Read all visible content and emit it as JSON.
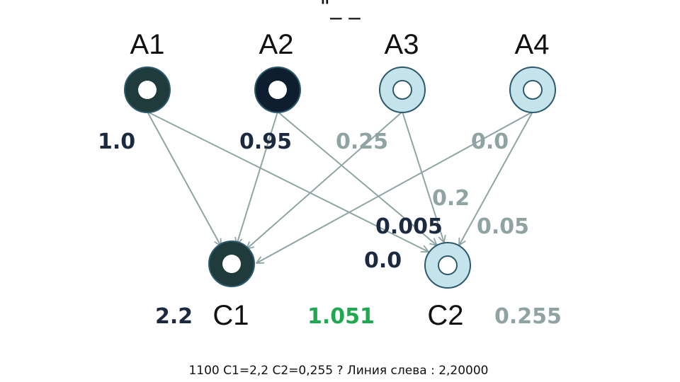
{
  "title": "\"_ _",
  "colors": {
    "dark_node": "#1f3b3b",
    "darker_node": "#0f1e2e",
    "light_node": "#c5e3ea",
    "node_stroke": "#2e5a6e",
    "edge": "#8fa5a5",
    "weight_dark": "#1c2a3f",
    "weight_light": "#8fa3a3",
    "sum_green": "#1fa84f"
  },
  "nodes": {
    "a1": {
      "label": "A1",
      "state": "active"
    },
    "a2": {
      "label": "A2",
      "state": "active"
    },
    "a3": {
      "label": "A3",
      "state": "inactive"
    },
    "a4": {
      "label": "A4",
      "state": "inactive"
    },
    "c1": {
      "label": "C1",
      "state": "active",
      "sum": "2.2"
    },
    "c2": {
      "label": "C2",
      "state": "inactive",
      "sum": "0.255"
    }
  },
  "weights": {
    "a1_c1": "1.0",
    "a2_c1": "0.95",
    "a3_c1": "0.25",
    "a4_c1": "0.0",
    "a3_c2": "0.2",
    "a2_c2": "0.005",
    "a4_c2": "0.05",
    "a1_c2": "0.0"
  },
  "middle_value": "1.051",
  "caption": "1100  C1=2,2 C2=0,255 ? Линия слева : 2,20000"
}
